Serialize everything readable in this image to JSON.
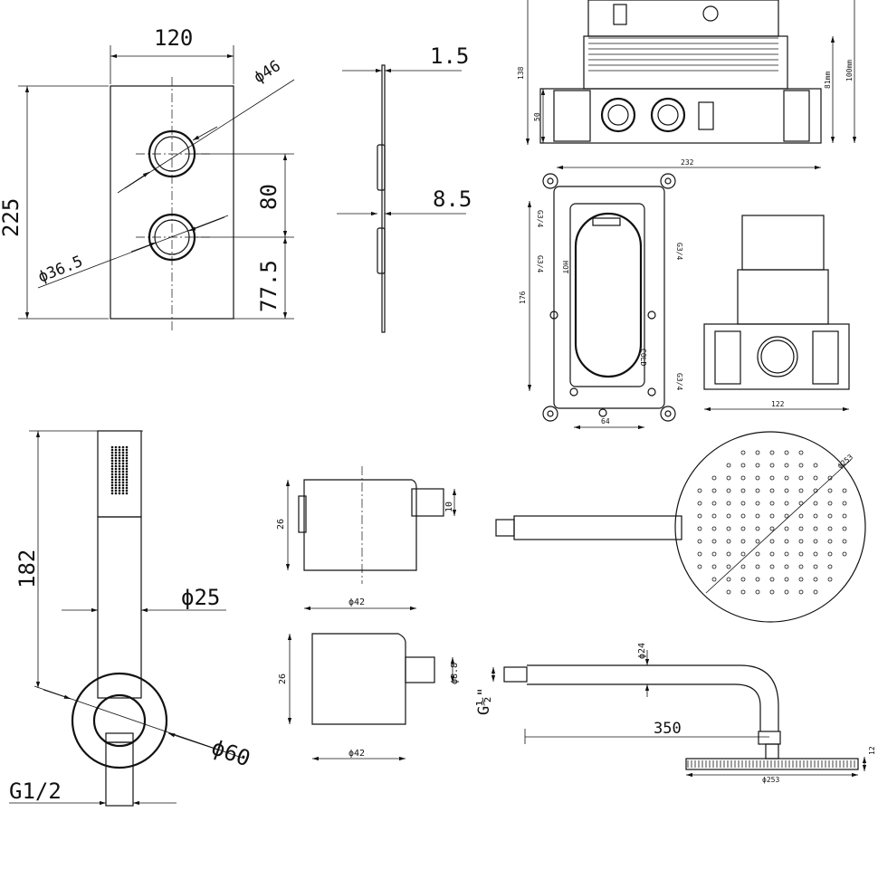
{
  "panel_plate": {
    "width": "120",
    "height": "225",
    "spacing": "80",
    "lower_offset": "77.5",
    "outer_diameter": "ϕ46",
    "inner_diameter": "ϕ36.5"
  },
  "panel_side": {
    "thickness": "1.5",
    "knob_depth": "8.5"
  },
  "box_front": {
    "height_total": "138",
    "height_base": "50",
    "height_right_a": "81mm",
    "height_right_b": "100mm",
    "width": "232"
  },
  "box_top": {
    "height": "176",
    "hole_width": "64",
    "inlet_left_1": "G3/4",
    "inlet_left_2": "G3/4",
    "inlet_right_1": "G3/4",
    "inlet_right_2": "G3/4",
    "hot_label": "HOT",
    "cold_label": "COLD"
  },
  "box_side": {
    "width": "122"
  },
  "hand_shower": {
    "length": "182",
    "diameter": "ϕ25",
    "bracket_diameter": "ϕ60",
    "thread": "G1/2"
  },
  "knob_upper": {
    "height": "26",
    "diameter": "ϕ42",
    "stem": "10"
  },
  "knob_lower": {
    "height": "26",
    "diameter": "ϕ42",
    "stem": "ϕ8.8"
  },
  "rain_head": {
    "diameter": "ϕ253"
  },
  "shower_arm": {
    "pipe_diameter": "ϕ24",
    "thread": "G½\"",
    "length": "350",
    "head_thickness": "12",
    "head_diameter": "ϕ253"
  }
}
